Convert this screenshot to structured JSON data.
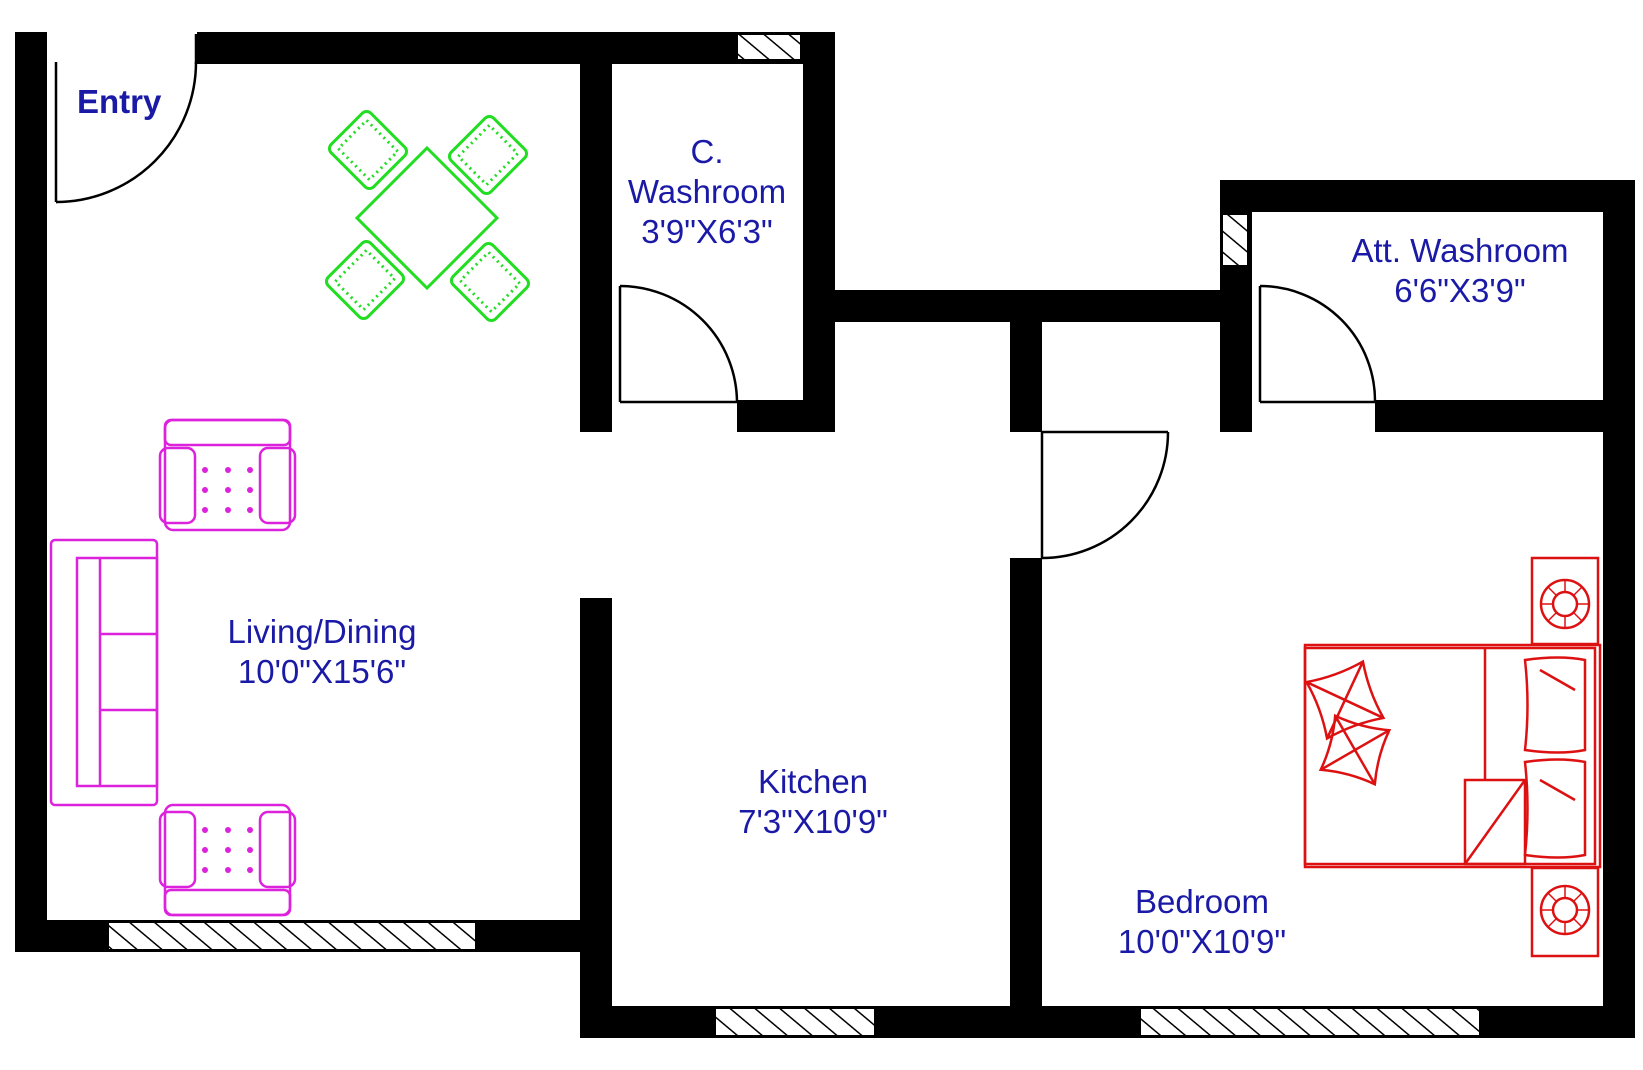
{
  "rooms": {
    "entry": {
      "label": "Entry"
    },
    "common_washroom": {
      "line1": "C.",
      "line2": "Washroom",
      "size": "3'9\"X6'3\""
    },
    "attached_washroom": {
      "name": "Att. Washroom",
      "size": "6'6\"X3'9\""
    },
    "living_dining": {
      "name": "Living/Dining",
      "size": "10'0\"X15'6\""
    },
    "kitchen": {
      "name": "Kitchen",
      "size": "7'3\"X10'9\""
    },
    "bedroom": {
      "name": "Bedroom",
      "size": "10'0\"X10'9\""
    }
  },
  "colors": {
    "walls": "#000000",
    "labels": "#1a1aa6",
    "dining_set": "#22dd22",
    "living_furniture": "#dd22dd",
    "bed_furniture": "#dd1111"
  },
  "icons": {
    "dining": "dining-table-icon",
    "armchair": "armchair-icon",
    "sofa": "sofa-icon",
    "bed": "double-bed-icon",
    "lamp": "bedside-lamp-icon"
  }
}
